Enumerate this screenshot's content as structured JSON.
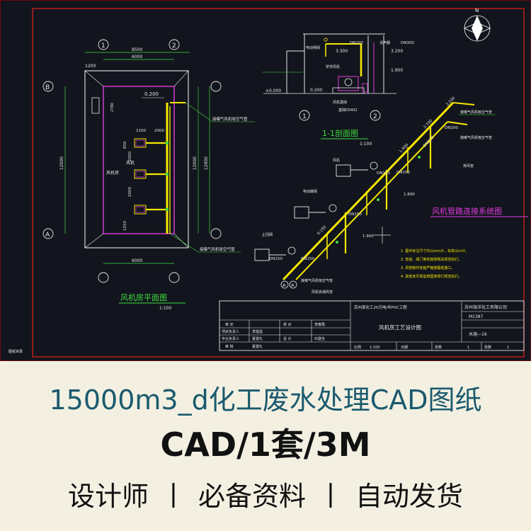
{
  "drawing": {
    "plan": {
      "grid_left": "1",
      "grid_right": "2",
      "grid_top": "B",
      "grid_bottom": "A",
      "dim_overall": "8500",
      "dim_inner": "6000",
      "dim_height_left": "12000",
      "dim_height_right": "12900",
      "dim_1200": "1200",
      "dim_2780": "2780",
      "level_0200": "0.200",
      "dim_1100": "1100",
      "dim_2000_a": "2000",
      "dim_2000_b": "2000",
      "dim_2000_c": "2000",
      "dim_850": "850",
      "dim_1250": "1250",
      "note_blower": "风机",
      "note_room": "风机房",
      "note_pipe_top": "接曝气风机吸空气管",
      "note_pipe_bottom": "接曝气风机吸空气管",
      "title": "风机房平面图",
      "scale": "1:100"
    },
    "section": {
      "level_top": "3.300",
      "level_mid": "3.200",
      "level_1500": "1.900",
      "level_0": "±0.000",
      "level_0200": "0.200",
      "note_dn100": "DN100",
      "note_dn300": "DN300",
      "note_valve": "电动闸阀",
      "note_silencer": "消声器",
      "note_unit": "罗茨风机",
      "note_base": "风机基础",
      "note_size": "基础D5402",
      "grid_1": "1",
      "grid_2": "2",
      "title": "1-1剖面图",
      "scale": "1:100"
    },
    "iso": {
      "title": "风机管路连接系统图",
      "level_3200": "3.200",
      "level_3700": "3.700",
      "level_1900": "1.900",
      "level_1800": "1.800",
      "level_0150": "0.150",
      "level_1_900": "1.900",
      "dn200_a": "DN200",
      "dn200_b": "DN200",
      "dn150_a": "DN150",
      "dn150_b": "DN150",
      "dn150_c": "DN150",
      "dn150_d": "DN150",
      "dn150_e": "DN150",
      "note_1": "接曝气风机吸空气管",
      "note_2": "接曝气风机吸空气管",
      "note_3": "接曝气风机吸空气管",
      "note_4": "风机房通风管",
      "note_5": "排风管",
      "note_6": "风机",
      "note_7": "电动蝶阀",
      "note_8": "止回阀",
      "grid_aa": "A"
    },
    "notes": {
      "line1": "1. 图中标注尺寸均以mm计，标高以m计。",
      "line2": "2. 管道、阀门等安装按相关规范执行。",
      "line3": "3. 风管制作安装严格按图纸施工。",
      "line4": "4. 其他未尽事宜按国家现行规范执行。"
    },
    "title_block": {
      "project": "苏州某化工20万吨/年PVC工程",
      "company": "苏州海洋化工有限公司",
      "drawing_name": "风机房工艺设计图",
      "drawing_no": "M1387",
      "sheet_code": "水施—16",
      "row_approve": "审  定",
      "row_proj_lead": "项目负责人",
      "row_spec_lead": "专业负责人",
      "row_check": "审  核",
      "row_proofread": "校  对",
      "row_design": "设  计",
      "name_a": "李建昌",
      "name_b": "夏建礼",
      "name_c": "夏建礼",
      "name_d": "李春霞",
      "name_e": "石建全",
      "scale_label": "比例",
      "scale_value": "1:100",
      "date_label": "日期",
      "sheets_label": "张数",
      "sheets_value": "1",
      "sheet_label": "张数",
      "sheet_value": "1"
    },
    "corner_label": "图纸目录",
    "north_label": "N"
  },
  "caption": {
    "title": "15000m3_d化工废水处理CAD图纸",
    "subtitle": "CAD/1套/3M",
    "tag1": "设计师",
    "tag2": "必备资料",
    "tag3": "自动发货",
    "separator": "丨"
  },
  "colors": {
    "background": "#12151d",
    "frame": "#d8201c",
    "yellow_pipe": "#f5e600",
    "green_text": "#3fdc3f",
    "magenta": "#e23be0",
    "caption_bg": "#f3f0e2",
    "caption_title": "#1b5a6e"
  }
}
